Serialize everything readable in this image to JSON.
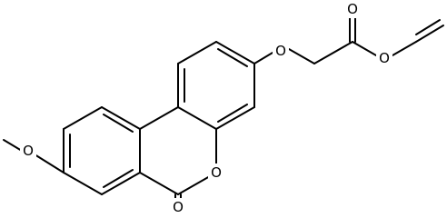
{
  "atoms": {
    "ether_o": "O",
    "carbonyl_o": "O",
    "ester_o": "O",
    "methoxy_o": "O",
    "ring_o": "O",
    "lactone_o": "O"
  }
}
